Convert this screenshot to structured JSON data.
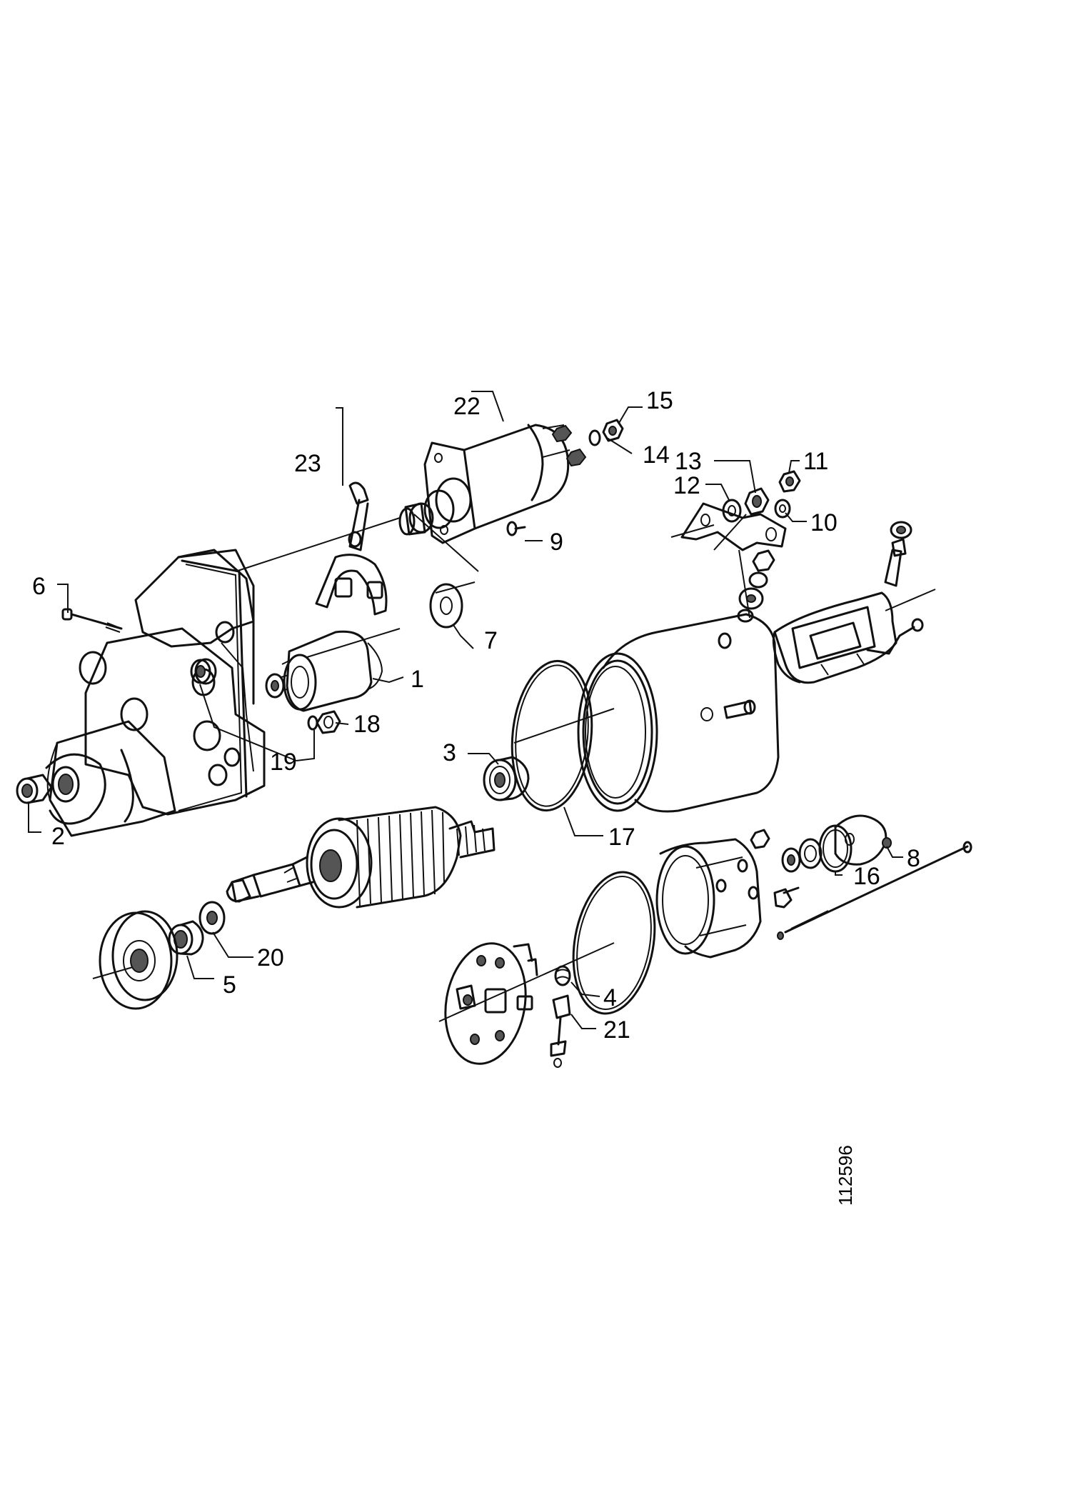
{
  "drawing_number": "112596",
  "callouts": {
    "c1": "1",
    "c2": "2",
    "c3": "3",
    "c4": "4",
    "c5": "5",
    "c6": "6",
    "c7": "7",
    "c8": "8",
    "c9": "9",
    "c10": "10",
    "c11": "11",
    "c12": "12",
    "c13": "13",
    "c14": "14",
    "c15": "15",
    "c16": "16",
    "c17": "17",
    "c18": "18",
    "c19": "19",
    "c20": "20",
    "c21": "21",
    "c22": "22",
    "c23": "23"
  }
}
